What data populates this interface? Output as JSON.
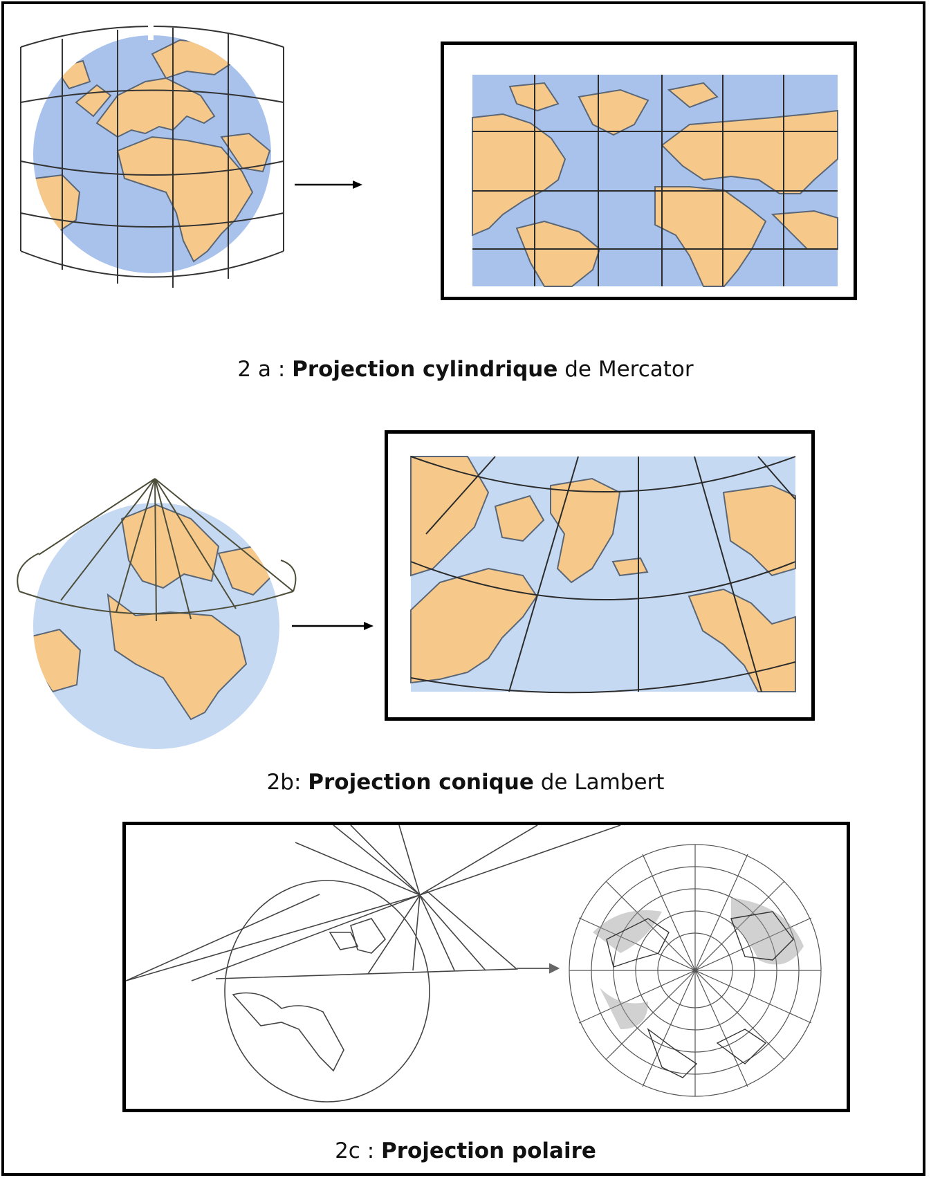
{
  "colors": {
    "land": "#f6c98a",
    "sea": "#a9c2ec",
    "sea_light": "#c5d9f2",
    "coast": "#5a6675",
    "grid": "#2b2b2b",
    "border": "#000000"
  },
  "figures": [
    {
      "id": "2a",
      "caption": {
        "prefix": "2 a : ",
        "bold": "Projection cylindrique",
        "suffix": " de Mercator"
      }
    },
    {
      "id": "2b",
      "caption": {
        "prefix": "2b: ",
        "bold": "Projection conique",
        "suffix": " de Lambert"
      }
    },
    {
      "id": "2c",
      "caption": {
        "prefix": "2c : ",
        "bold": "Projection polaire",
        "suffix": ""
      }
    }
  ]
}
